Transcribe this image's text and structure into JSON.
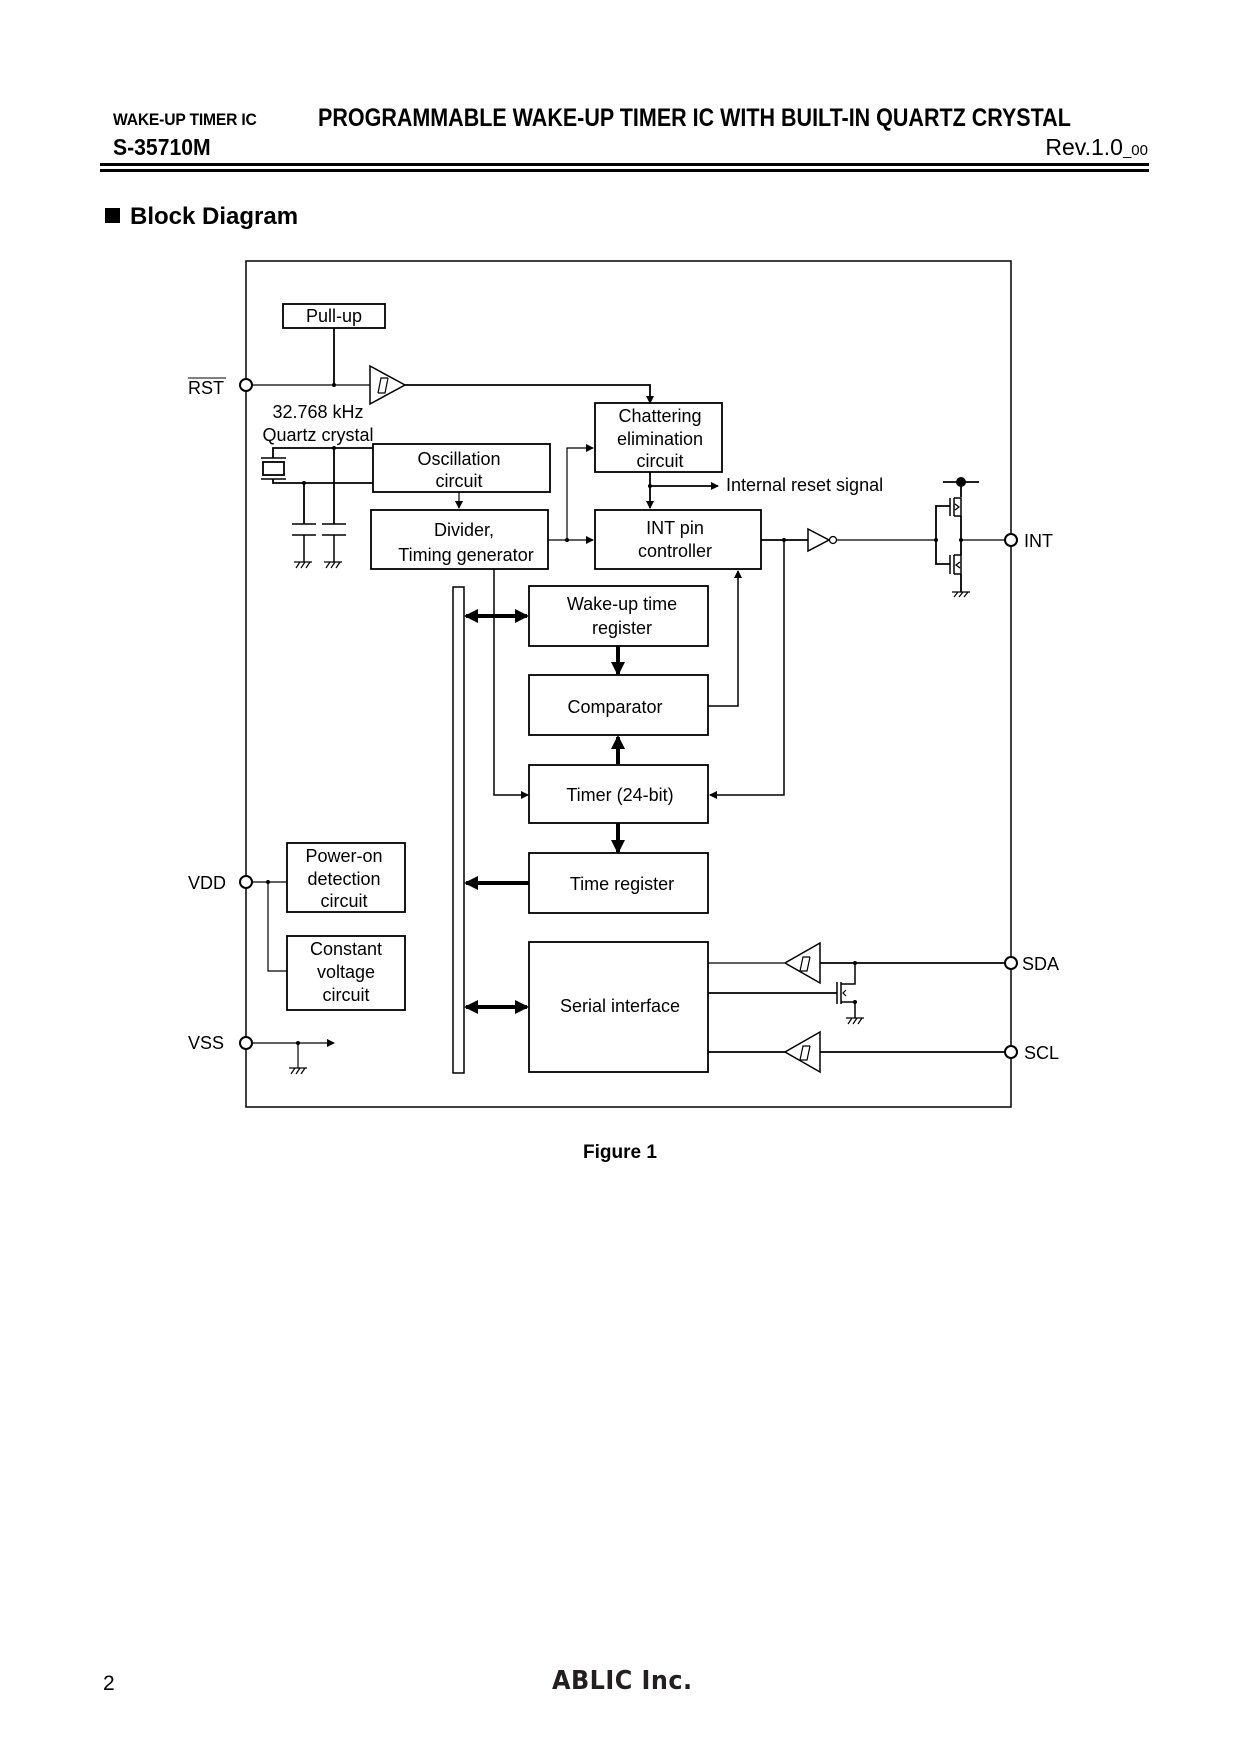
{
  "header": {
    "series": "WAKE-UP TIMER IC",
    "title": "PROGRAMMABLE WAKE-UP TIMER IC WITH BUILT-IN QUARTZ CRYSTAL",
    "part_number": "S-35710M",
    "revision": "Rev.1.0",
    "revision_suffix": "_00"
  },
  "section": {
    "title": "Block Diagram"
  },
  "diagram": {
    "pins": {
      "rst": "RST",
      "vdd": "VDD",
      "vss": "VSS",
      "int": "INT",
      "sda": "SDA",
      "scl": "SCL"
    },
    "crystal": {
      "frequency": "32.768 kHz",
      "label": "Quartz crystal"
    },
    "blocks": {
      "pullup": "Pull-up",
      "oscillation": [
        "Oscillation",
        "circuit"
      ],
      "divider": [
        "Divider,",
        "Timing generator"
      ],
      "chattering": [
        "Chattering",
        "elimination",
        "circuit"
      ],
      "int_controller": [
        "INT pin",
        "controller"
      ],
      "wakeup_register": [
        "Wake-up time",
        "register"
      ],
      "comparator": "Comparator",
      "timer": "Timer (24-bit)",
      "time_register": "Time register",
      "serial_interface": "Serial interface",
      "power_on": [
        "Power-on",
        "detection",
        "circuit"
      ],
      "constant_voltage": [
        "Constant",
        "voltage",
        "circuit"
      ]
    },
    "signals": {
      "internal_reset": "Internal reset signal"
    }
  },
  "caption": "Figure 1",
  "footer": {
    "page_number": "2",
    "brand": "ABLIC Inc."
  }
}
